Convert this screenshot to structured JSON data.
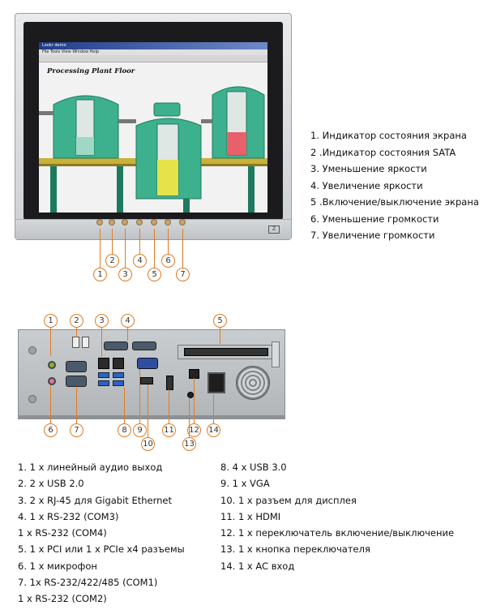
{
  "screen": {
    "window_title": "Lookr demo",
    "menu": "File  Tools  View  Window  Help",
    "plant_title": "Processing Plant Floor"
  },
  "front_labels": [
    "1",
    "2",
    "3",
    "4",
    "5",
    "6",
    "7"
  ],
  "front_list": [
    "1. Индикатор состояния экрана",
    "2 .Индикатор состояния SATA",
    "3. Уменьшение яркости",
    "4. Увеличение яркости",
    "5 .Включение/выключение экрана",
    "6. Уменьшение громкости",
    "7. Увеличение громкости"
  ],
  "rear_labels": [
    "1",
    "2",
    "3",
    "4",
    "5",
    "6",
    "7",
    "8",
    "9",
    "10",
    "11",
    "12",
    "13",
    "14"
  ],
  "rear_list_left": [
    "1.   1 x линейный аудио выход",
    "2.   2 x USB 2.0",
    "3.   2 x RJ-45 для Gigabit Ethernet",
    "4.   1 x RS-232 (COM3)",
    "       1 x RS-232 (COM4)",
    "5.   1 x PCI или 1 x PCIe x4 разъемы",
    "6.   1 x микрофон",
    "7.   1x RS-232/422/485 (COM1)",
    "       1 x RS-232 (COM2)"
  ],
  "rear_list_right": [
    "8.    4 x USB 3.0",
    "9.    1  x VGA",
    "10.   1 x разъем для дисплея",
    "11.   1 x HDMI",
    "12.   1 x переключатель   включение/выключение",
    "13.   1 x  кнопка   переключателя",
    "14.  1 x AC вход"
  ],
  "colors": {
    "callout": "#e07b22",
    "tank": "#3db08e",
    "tank_dark": "#1d7a5e",
    "red_level": "#e8606a",
    "yellow_level": "#e6e24a"
  }
}
